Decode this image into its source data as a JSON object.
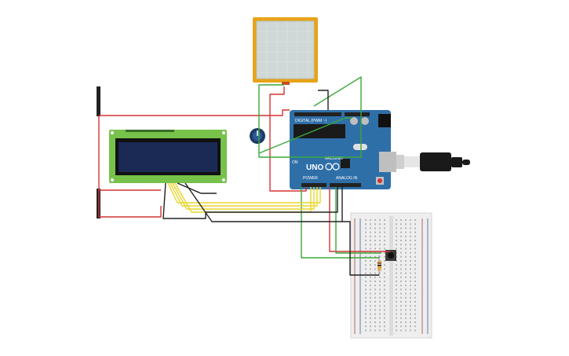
{
  "arduino": {
    "label_digital": "DIGITAL (PWM ~)",
    "label_model": "UNO",
    "label_brand": "ARDUINO",
    "label_power": "POWER",
    "label_analog": "ANALOG IN",
    "label_on": "ON"
  },
  "colors": {
    "board": "#2f6fa8",
    "lcd_pcb": "#77c24a",
    "lcd_screen": "#1b2a55",
    "touch_frame": "#e8a317",
    "touch_panel": "#cfd8d6",
    "breadboard": "#eeeeee",
    "wire_red": "#d43232",
    "wire_green": "#3aa83a",
    "wire_yellow": "#e8d62c",
    "wire_black": "#222222",
    "header": "#222222"
  },
  "icons": {
    "potentiometer": "potentiometer-icon",
    "usb_cable": "usb-cable-icon",
    "reset_button": "reset-button-icon",
    "pushbutton": "pushbutton-icon",
    "resistor": "resistor-icon"
  }
}
